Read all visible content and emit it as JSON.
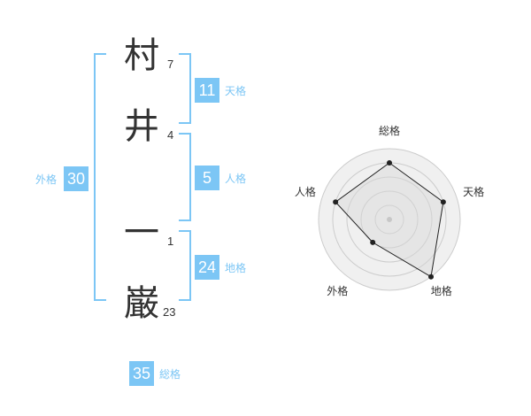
{
  "name": {
    "chars": [
      {
        "char": "村",
        "strokes": "7"
      },
      {
        "char": "井",
        "strokes": "4"
      },
      {
        "char": "一",
        "strokes": "1"
      },
      {
        "char": "巌",
        "strokes": "23"
      }
    ]
  },
  "kakusuu": {
    "tenkaku": {
      "value": "11",
      "label": "天格"
    },
    "jinkaku": {
      "value": "5",
      "label": "人格"
    },
    "chikaku": {
      "value": "24",
      "label": "地格"
    },
    "gaikaku": {
      "value": "30",
      "label": "外格"
    },
    "soukaku": {
      "value": "35",
      "label": "総格"
    }
  },
  "colors": {
    "accent": "#7cc6f5",
    "text": "#333333",
    "grid": "#cccccc",
    "fill": "#f0f0f0"
  },
  "chart_data": {
    "type": "radar",
    "axes": [
      "総格",
      "天格",
      "地格",
      "外格",
      "人格"
    ],
    "max": 5,
    "values": [
      4,
      4,
      5,
      2,
      4
    ]
  }
}
